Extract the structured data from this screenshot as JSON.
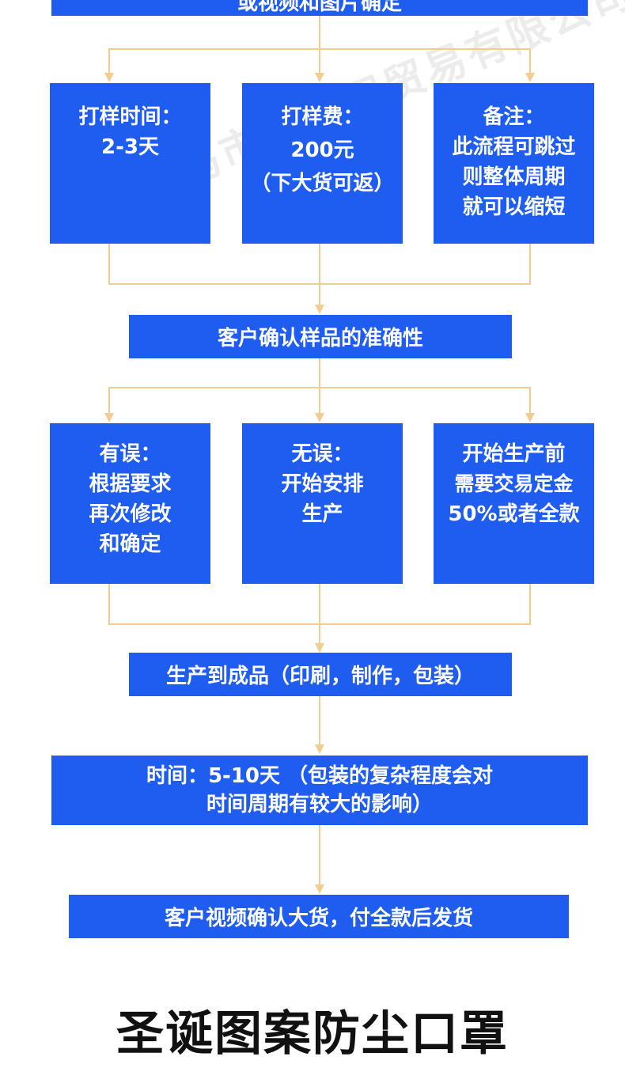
{
  "colors": {
    "box": "#1f5cf0",
    "connector": "#f2cd8e",
    "text": "#ffffff"
  },
  "watermark": "义乌市恩彩熙贸易有限公司",
  "top_box": {
    "text": "或视频和图片确定"
  },
  "sampling": [
    {
      "lines": [
        "打样时间：",
        "2-3天"
      ]
    },
    {
      "lines": [
        "打样费：",
        "200元",
        "（下大货可返）"
      ]
    },
    {
      "lines": [
        "备注：",
        "此流程可跳过",
        "则整体周期",
        "就可以缩短"
      ]
    }
  ],
  "confirm_sample": {
    "text": "客户确认样品的准确性"
  },
  "decision": [
    {
      "lines": [
        "有误：",
        "根据要求",
        "再次修改",
        "和确定"
      ]
    },
    {
      "lines": [
        "无误：",
        "开始安排",
        "生产"
      ]
    },
    {
      "lines": [
        "开始生产前",
        "需要交易定金",
        "50%或者全款"
      ]
    }
  ],
  "production": {
    "text": "生产到成品（印刷，制作，包装）"
  },
  "timing": {
    "lines": [
      "时间：5-10天 （包装的复杂程度会对",
      "时间周期有较大的影响）"
    ]
  },
  "delivery": {
    "text": "客户视频确认大货，付全款后发货"
  },
  "title": "圣诞图案防尘口罩",
  "subtitle": "　"
}
